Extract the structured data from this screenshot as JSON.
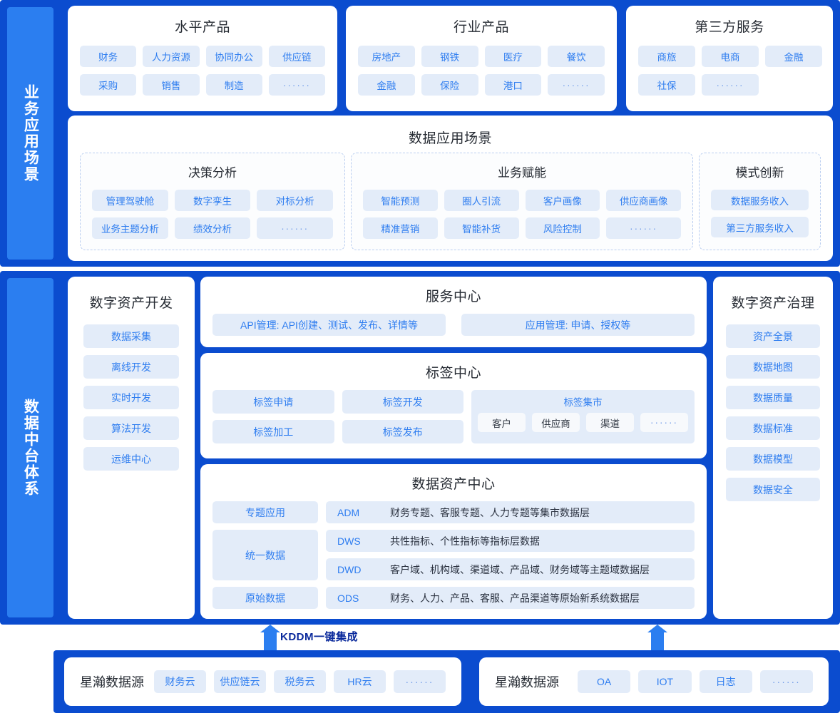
{
  "sidebar": {
    "business_label": "业务应用场景",
    "platform_label": "数据中台体系"
  },
  "business": {
    "horizontal_products": {
      "title": "水平产品",
      "row1": [
        "财务",
        "人力资源",
        "协同办公",
        "供应链"
      ],
      "row2": [
        "采购",
        "销售",
        "制造",
        "······"
      ]
    },
    "industry_products": {
      "title": "行业产品",
      "row1": [
        "房地产",
        "钢铁",
        "医疗",
        "餐饮"
      ],
      "row2": [
        "金融",
        "保险",
        "港口",
        "······"
      ]
    },
    "third_party_services": {
      "title": "第三方服务",
      "row1": [
        "商旅",
        "电商",
        "金融"
      ],
      "row2": [
        "社保",
        "······"
      ]
    },
    "scenarios": {
      "title": "数据应用场景",
      "groups": [
        {
          "title": "决策分析",
          "row1": [
            "管理驾驶舱",
            "数字孪生",
            "对标分析"
          ],
          "row2": [
            "业务主题分析",
            "绩效分析",
            "······"
          ]
        },
        {
          "title": "业务赋能",
          "row1": [
            "智能预测",
            "圈人引流",
            "客户画像",
            "供应商画像"
          ],
          "row2": [
            "精准营销",
            "智能补货",
            "风险控制",
            "······"
          ]
        },
        {
          "title": "模式创新",
          "row1": [
            "数据服务收入"
          ],
          "row2": [
            "第三方服务收入"
          ]
        }
      ]
    }
  },
  "platform": {
    "development": {
      "title": "数字资产开发",
      "items": [
        "数据采集",
        "离线开发",
        "实时开发",
        "算法开发",
        "运维中心"
      ]
    },
    "governance": {
      "title": "数字资产治理",
      "items": [
        "资产全景",
        "数据地图",
        "数据质量",
        "数据标准",
        "数据模型",
        "数据安全"
      ]
    },
    "service_center": {
      "title": "服务中心",
      "items": [
        "API管理: API创建、测试、发布、详情等",
        "应用管理: 申请、授权等"
      ]
    },
    "tag_center": {
      "title": "标签中心",
      "row1": [
        "标签申请",
        "标签开发"
      ],
      "row2": [
        "标签加工",
        "标签发布"
      ],
      "market": {
        "title": "标签集市",
        "items": [
          "客户",
          "供应商",
          "渠道",
          "······"
        ]
      }
    },
    "asset_center": {
      "title": "数据资产中心",
      "left_labels": [
        "专题应用",
        "统一数据",
        "原始数据"
      ],
      "layers": [
        {
          "code": "ADM",
          "desc": "财务专题、客服专题、人力专题等集市数据层"
        },
        {
          "code": "DWS",
          "desc": "共性指标、个性指标等指标层数据"
        },
        {
          "code": "DWD",
          "desc": "客户域、机构域、渠道域、产品域、财务域等主题域数据层"
        },
        {
          "code": "ODS",
          "desc": "财务、人力、产品、客服、产品渠道等原始新系统数据层"
        }
      ]
    }
  },
  "connector": {
    "label": "KDDM一键集成"
  },
  "sources": {
    "left": {
      "label": "星瀚数据源",
      "items": [
        "财务云",
        "供应链云",
        "税务云",
        "HR云",
        "······"
      ]
    },
    "right": {
      "label": "星瀚数据源",
      "items": [
        "OA",
        "IOT",
        "日志",
        "······"
      ]
    }
  },
  "colors": {
    "frame_blue": "#0b4ccf",
    "sidebar_blue": "#2b7ef0",
    "chip_bg": "#e3ecf9",
    "chip_text": "#2e7df0",
    "title_text": "#262b33"
  }
}
